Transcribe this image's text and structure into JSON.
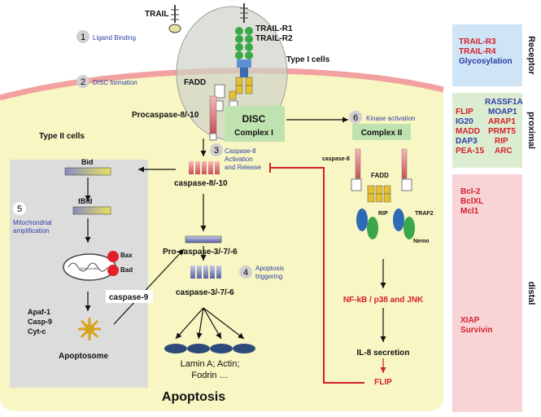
{
  "colors": {
    "cell_fill": "#f8f6c2",
    "membrane": "#f2a0a0",
    "mito_panel": "#dcdcdc",
    "receptor_box": "#cfe4f5",
    "proximal_box": "#dcecd0",
    "distal_box": "#f8d4d6",
    "red_text": "#d4202a",
    "blue_text": "#2b3fa8"
  },
  "labels": {
    "trail": "TRAIL",
    "trail_r1": "TRAIL-R1",
    "trail_r2": "TRAIL-R2",
    "type1": "Type I cells",
    "type2": "Type II cells",
    "fadd": "FADD",
    "procasp810": "Procaspase-8/-10",
    "disc": "DISC",
    "complex1": "Complex I",
    "complex2": "Complex II",
    "casp810": "caspase-8/-10",
    "casp8_small": "caspase-8",
    "fadd2": "FADD",
    "rip": "RIP",
    "traf2": "TRAF2",
    "nemo": "Nemo",
    "bid": "Bid",
    "tbid": "tBid",
    "bax": "Bax",
    "bad": "Bad",
    "mito_label": "Mitochondria",
    "pro_casp376": "Pro-caspase-3/-7/-6",
    "casp376": "caspase-3/-7/-6",
    "casp9": "caspase-9",
    "apaf1": "Apaf-1",
    "casp9b": "Casp-9",
    "cytc": "Cyt-c",
    "apoptosome": "Apoptosome",
    "lamin": "Lamin A; Actin;",
    "fodrin": "Fodrin …",
    "apoptosis": "Apoptosis",
    "nfkb": "NF-kB / p38 and JNK",
    "il8": "IL-8 secretion",
    "flip": "FLIP"
  },
  "steps": [
    {
      "num": "1",
      "text": [
        "Ligand Binding"
      ]
    },
    {
      "num": "2",
      "text": [
        "DISC formation"
      ]
    },
    {
      "num": "3",
      "text": [
        "Caspase-8",
        "Activation",
        "and Release"
      ]
    },
    {
      "num": "4",
      "text": [
        "Apoptosis",
        "triggering"
      ]
    },
    {
      "num": "5",
      "text": [
        "Mitochondrial",
        "amplification"
      ]
    },
    {
      "num": "6",
      "text": [
        "Kinase activation"
      ]
    }
  ],
  "sidebar": {
    "receptor": {
      "title": "Receptor",
      "items": [
        {
          "text": "TRAIL-R3",
          "color": "red"
        },
        {
          "text": "TRAIL-R4",
          "color": "red"
        },
        {
          "text": "Glycosylation",
          "color": "blue"
        }
      ]
    },
    "proximal": {
      "title": "proximal",
      "items": [
        {
          "text": "RASSF1A",
          "color": "blue"
        },
        {
          "text": "FLIP",
          "color": "red"
        },
        {
          "text": "MOAP1",
          "color": "blue"
        },
        {
          "text": "IG20",
          "color": "blue"
        },
        {
          "text": "ARAP1",
          "color": "red"
        },
        {
          "text": "MADD",
          "color": "red"
        },
        {
          "text": "PRMT5",
          "color": "red"
        },
        {
          "text": "DAP3",
          "color": "blue"
        },
        {
          "text": "RIP",
          "color": "red"
        },
        {
          "text": "PEA-15",
          "color": "red"
        },
        {
          "text": "ARC",
          "color": "red"
        }
      ]
    },
    "distal": {
      "title": "distal",
      "items": [
        {
          "text": "Bcl-2",
          "color": "red"
        },
        {
          "text": "BclXL",
          "color": "red"
        },
        {
          "text": "Mcl1",
          "color": "red"
        },
        {
          "text": "XIAP",
          "color": "red"
        },
        {
          "text": "Survivin",
          "color": "red"
        }
      ]
    }
  }
}
